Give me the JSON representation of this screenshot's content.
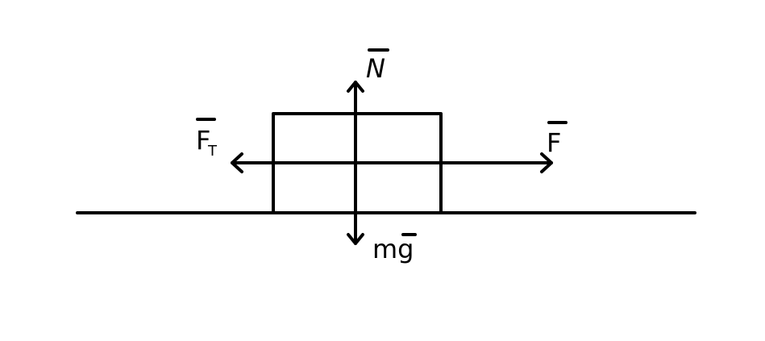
{
  "labels": {
    "normal": "N",
    "applied": "F",
    "friction_main": "F",
    "friction_sub": "T",
    "weight": "mg"
  },
  "colors": {
    "ink": "#000000",
    "background": "#ffffff"
  }
}
